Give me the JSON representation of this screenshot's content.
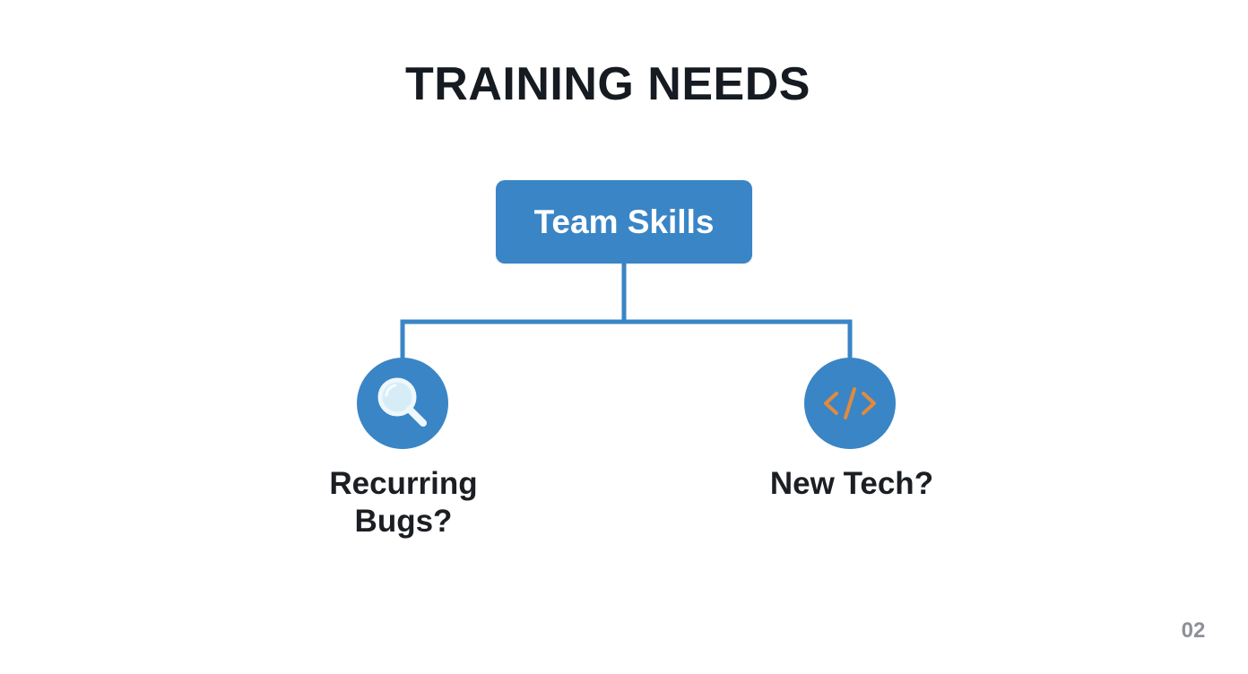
{
  "title": "TRAINING NEEDS",
  "root": {
    "label": "Team Skills"
  },
  "branches": [
    {
      "label": "Recurring Bugs?",
      "icon": "magnifying-glass-icon"
    },
    {
      "label": "New Tech?",
      "icon": "code-brackets-icon"
    }
  ],
  "page_number": "02",
  "colors": {
    "accent": "#3a85c6",
    "code_icon": "#e38a3c",
    "magnifier_lens": "#d6edf7",
    "text": "#161b22",
    "page_number": "#8d9096"
  }
}
